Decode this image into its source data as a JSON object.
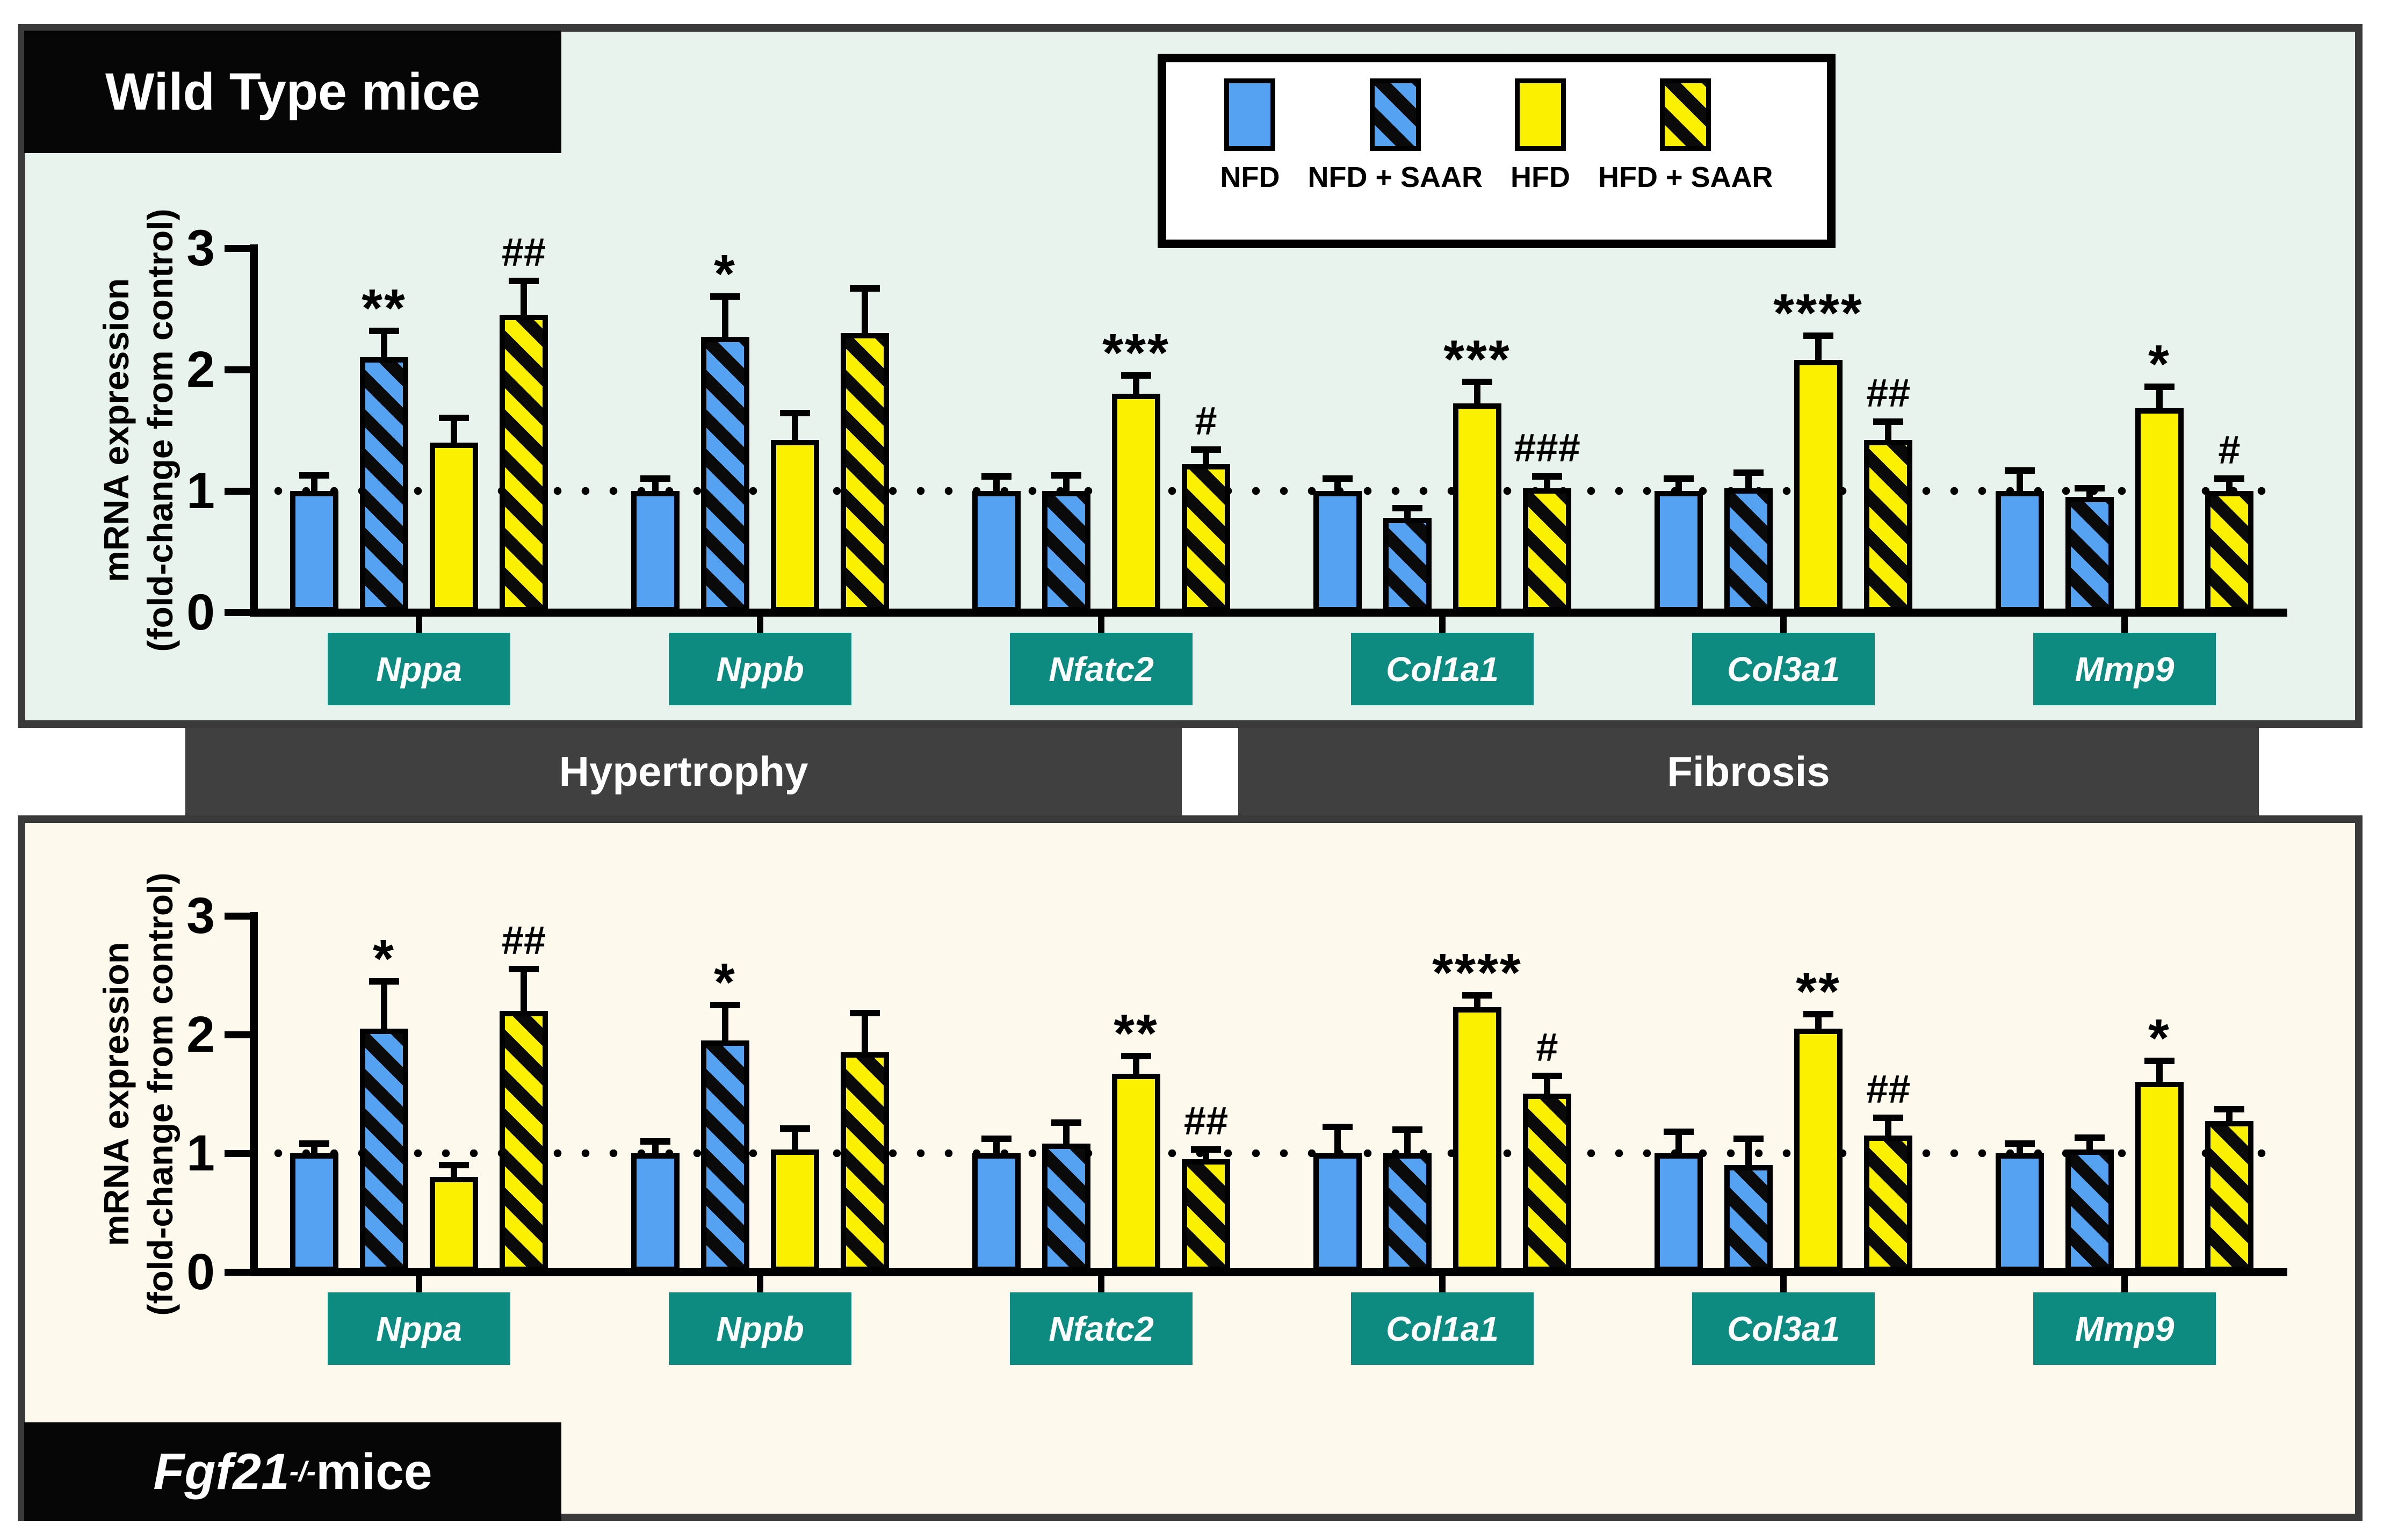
{
  "panels": [
    {
      "label": "Wild Type mice"
    },
    {
      "label_gene": "Fgf21",
      "label_sup": "-/-",
      "label_suffix": " mice"
    }
  ],
  "section_bands": [
    {
      "label": "Hypertrophy"
    },
    {
      "label": "Fibrosis"
    }
  ],
  "legend": {
    "items": [
      {
        "label": "NFD",
        "pattern": "solid-blue"
      },
      {
        "label": "NFD + SAAR",
        "pattern": "hatched-blue"
      },
      {
        "label": "HFD",
        "pattern": "solid-yellow"
      },
      {
        "label": "HFD + SAAR",
        "pattern": "hatched-yellow"
      }
    ]
  },
  "colors": {
    "blue": "#55a2f3",
    "yellow": "#fbf000",
    "teal_gene_box": "#0d8b80",
    "band_gray": "#404040",
    "panel_top_bg": "#e9f3ee",
    "panel_bottom_bg": "#fdf9ec"
  },
  "chart_data": [
    {
      "type": "bar",
      "panel": "Wild Type mice",
      "ylabel_lines": [
        "mRNA expression",
        "(fold-change from control)"
      ],
      "y_ticks": [
        "0",
        "1",
        "2",
        "3"
      ],
      "ylim": [
        0,
        3
      ],
      "reference_line": 1,
      "conditions": [
        "NFD",
        "NFD + SAAR",
        "HFD",
        "HFD + SAAR"
      ],
      "sections": {
        "Hypertrophy": [
          "Nppa",
          "Nppb",
          "Nfatc2"
        ],
        "Fibrosis": [
          "Col1a1",
          "Col3a1",
          "Mmp9"
        ]
      },
      "groups": [
        {
          "gene": "Nppa",
          "bars": [
            {
              "value": 1.0,
              "err": 0.13,
              "sig": ""
            },
            {
              "value": 2.1,
              "err": 0.22,
              "sig": "**"
            },
            {
              "value": 1.4,
              "err": 0.2,
              "sig": ""
            },
            {
              "value": 2.45,
              "err": 0.28,
              "sig": "##"
            }
          ]
        },
        {
          "gene": "Nppb",
          "bars": [
            {
              "value": 1.0,
              "err": 0.1,
              "sig": ""
            },
            {
              "value": 2.27,
              "err": 0.33,
              "sig": "*"
            },
            {
              "value": 1.42,
              "err": 0.22,
              "sig": ""
            },
            {
              "value": 2.3,
              "err": 0.37,
              "sig": ""
            }
          ]
        },
        {
          "gene": "Nfatc2",
          "bars": [
            {
              "value": 1.0,
              "err": 0.12,
              "sig": ""
            },
            {
              "value": 1.0,
              "err": 0.13,
              "sig": ""
            },
            {
              "value": 1.8,
              "err": 0.15,
              "sig": "***"
            },
            {
              "value": 1.22,
              "err": 0.12,
              "sig": "#"
            }
          ]
        },
        {
          "gene": "Col1a1",
          "bars": [
            {
              "value": 1.0,
              "err": 0.1,
              "sig": ""
            },
            {
              "value": 0.78,
              "err": 0.08,
              "sig": ""
            },
            {
              "value": 1.72,
              "err": 0.18,
              "sig": "***"
            },
            {
              "value": 1.02,
              "err": 0.1,
              "sig": "###"
            }
          ]
        },
        {
          "gene": "Col3a1",
          "bars": [
            {
              "value": 1.0,
              "err": 0.1,
              "sig": ""
            },
            {
              "value": 1.02,
              "err": 0.13,
              "sig": ""
            },
            {
              "value": 2.08,
              "err": 0.2,
              "sig": "****"
            },
            {
              "value": 1.42,
              "err": 0.15,
              "sig": "##"
            }
          ]
        },
        {
          "gene": "Mmp9",
          "bars": [
            {
              "value": 1.0,
              "err": 0.17,
              "sig": ""
            },
            {
              "value": 0.95,
              "err": 0.07,
              "sig": ""
            },
            {
              "value": 1.68,
              "err": 0.18,
              "sig": "*"
            },
            {
              "value": 1.0,
              "err": 0.1,
              "sig": "#"
            }
          ]
        }
      ]
    },
    {
      "type": "bar",
      "panel": "Fgf21-/- mice",
      "ylabel_lines": [
        "mRNA expression",
        "(fold-change from control)"
      ],
      "y_ticks": [
        "0",
        "1",
        "2",
        "3"
      ],
      "ylim": [
        0,
        3
      ],
      "reference_line": 1,
      "conditions": [
        "NFD",
        "NFD + SAAR",
        "HFD",
        "HFD + SAAR"
      ],
      "sections": {
        "Hypertrophy": [
          "Nppa",
          "Nppb",
          "Nfatc2"
        ],
        "Fibrosis": [
          "Col1a1",
          "Col3a1",
          "Mmp9"
        ]
      },
      "groups": [
        {
          "gene": "Nppa",
          "bars": [
            {
              "value": 1.0,
              "err": 0.08,
              "sig": ""
            },
            {
              "value": 2.05,
              "err": 0.4,
              "sig": "*"
            },
            {
              "value": 0.8,
              "err": 0.1,
              "sig": ""
            },
            {
              "value": 2.2,
              "err": 0.35,
              "sig": "##"
            }
          ]
        },
        {
          "gene": "Nppb",
          "bars": [
            {
              "value": 1.0,
              "err": 0.1,
              "sig": ""
            },
            {
              "value": 1.95,
              "err": 0.3,
              "sig": "*"
            },
            {
              "value": 1.03,
              "err": 0.18,
              "sig": ""
            },
            {
              "value": 1.85,
              "err": 0.33,
              "sig": ""
            }
          ]
        },
        {
          "gene": "Nfatc2",
          "bars": [
            {
              "value": 1.0,
              "err": 0.12,
              "sig": ""
            },
            {
              "value": 1.08,
              "err": 0.18,
              "sig": ""
            },
            {
              "value": 1.67,
              "err": 0.15,
              "sig": "**"
            },
            {
              "value": 0.95,
              "err": 0.08,
              "sig": "##"
            }
          ]
        },
        {
          "gene": "Col1a1",
          "bars": [
            {
              "value": 1.0,
              "err": 0.22,
              "sig": ""
            },
            {
              "value": 1.0,
              "err": 0.2,
              "sig": ""
            },
            {
              "value": 2.23,
              "err": 0.1,
              "sig": "****"
            },
            {
              "value": 1.5,
              "err": 0.15,
              "sig": "#"
            }
          ]
        },
        {
          "gene": "Col3a1",
          "bars": [
            {
              "value": 1.0,
              "err": 0.18,
              "sig": ""
            },
            {
              "value": 0.9,
              "err": 0.22,
              "sig": ""
            },
            {
              "value": 2.05,
              "err": 0.12,
              "sig": "**"
            },
            {
              "value": 1.15,
              "err": 0.15,
              "sig": "##"
            }
          ]
        },
        {
          "gene": "Mmp9",
          "bars": [
            {
              "value": 1.0,
              "err": 0.08,
              "sig": ""
            },
            {
              "value": 1.03,
              "err": 0.1,
              "sig": ""
            },
            {
              "value": 1.6,
              "err": 0.18,
              "sig": "*"
            },
            {
              "value": 1.27,
              "err": 0.1,
              "sig": ""
            }
          ]
        }
      ]
    }
  ]
}
